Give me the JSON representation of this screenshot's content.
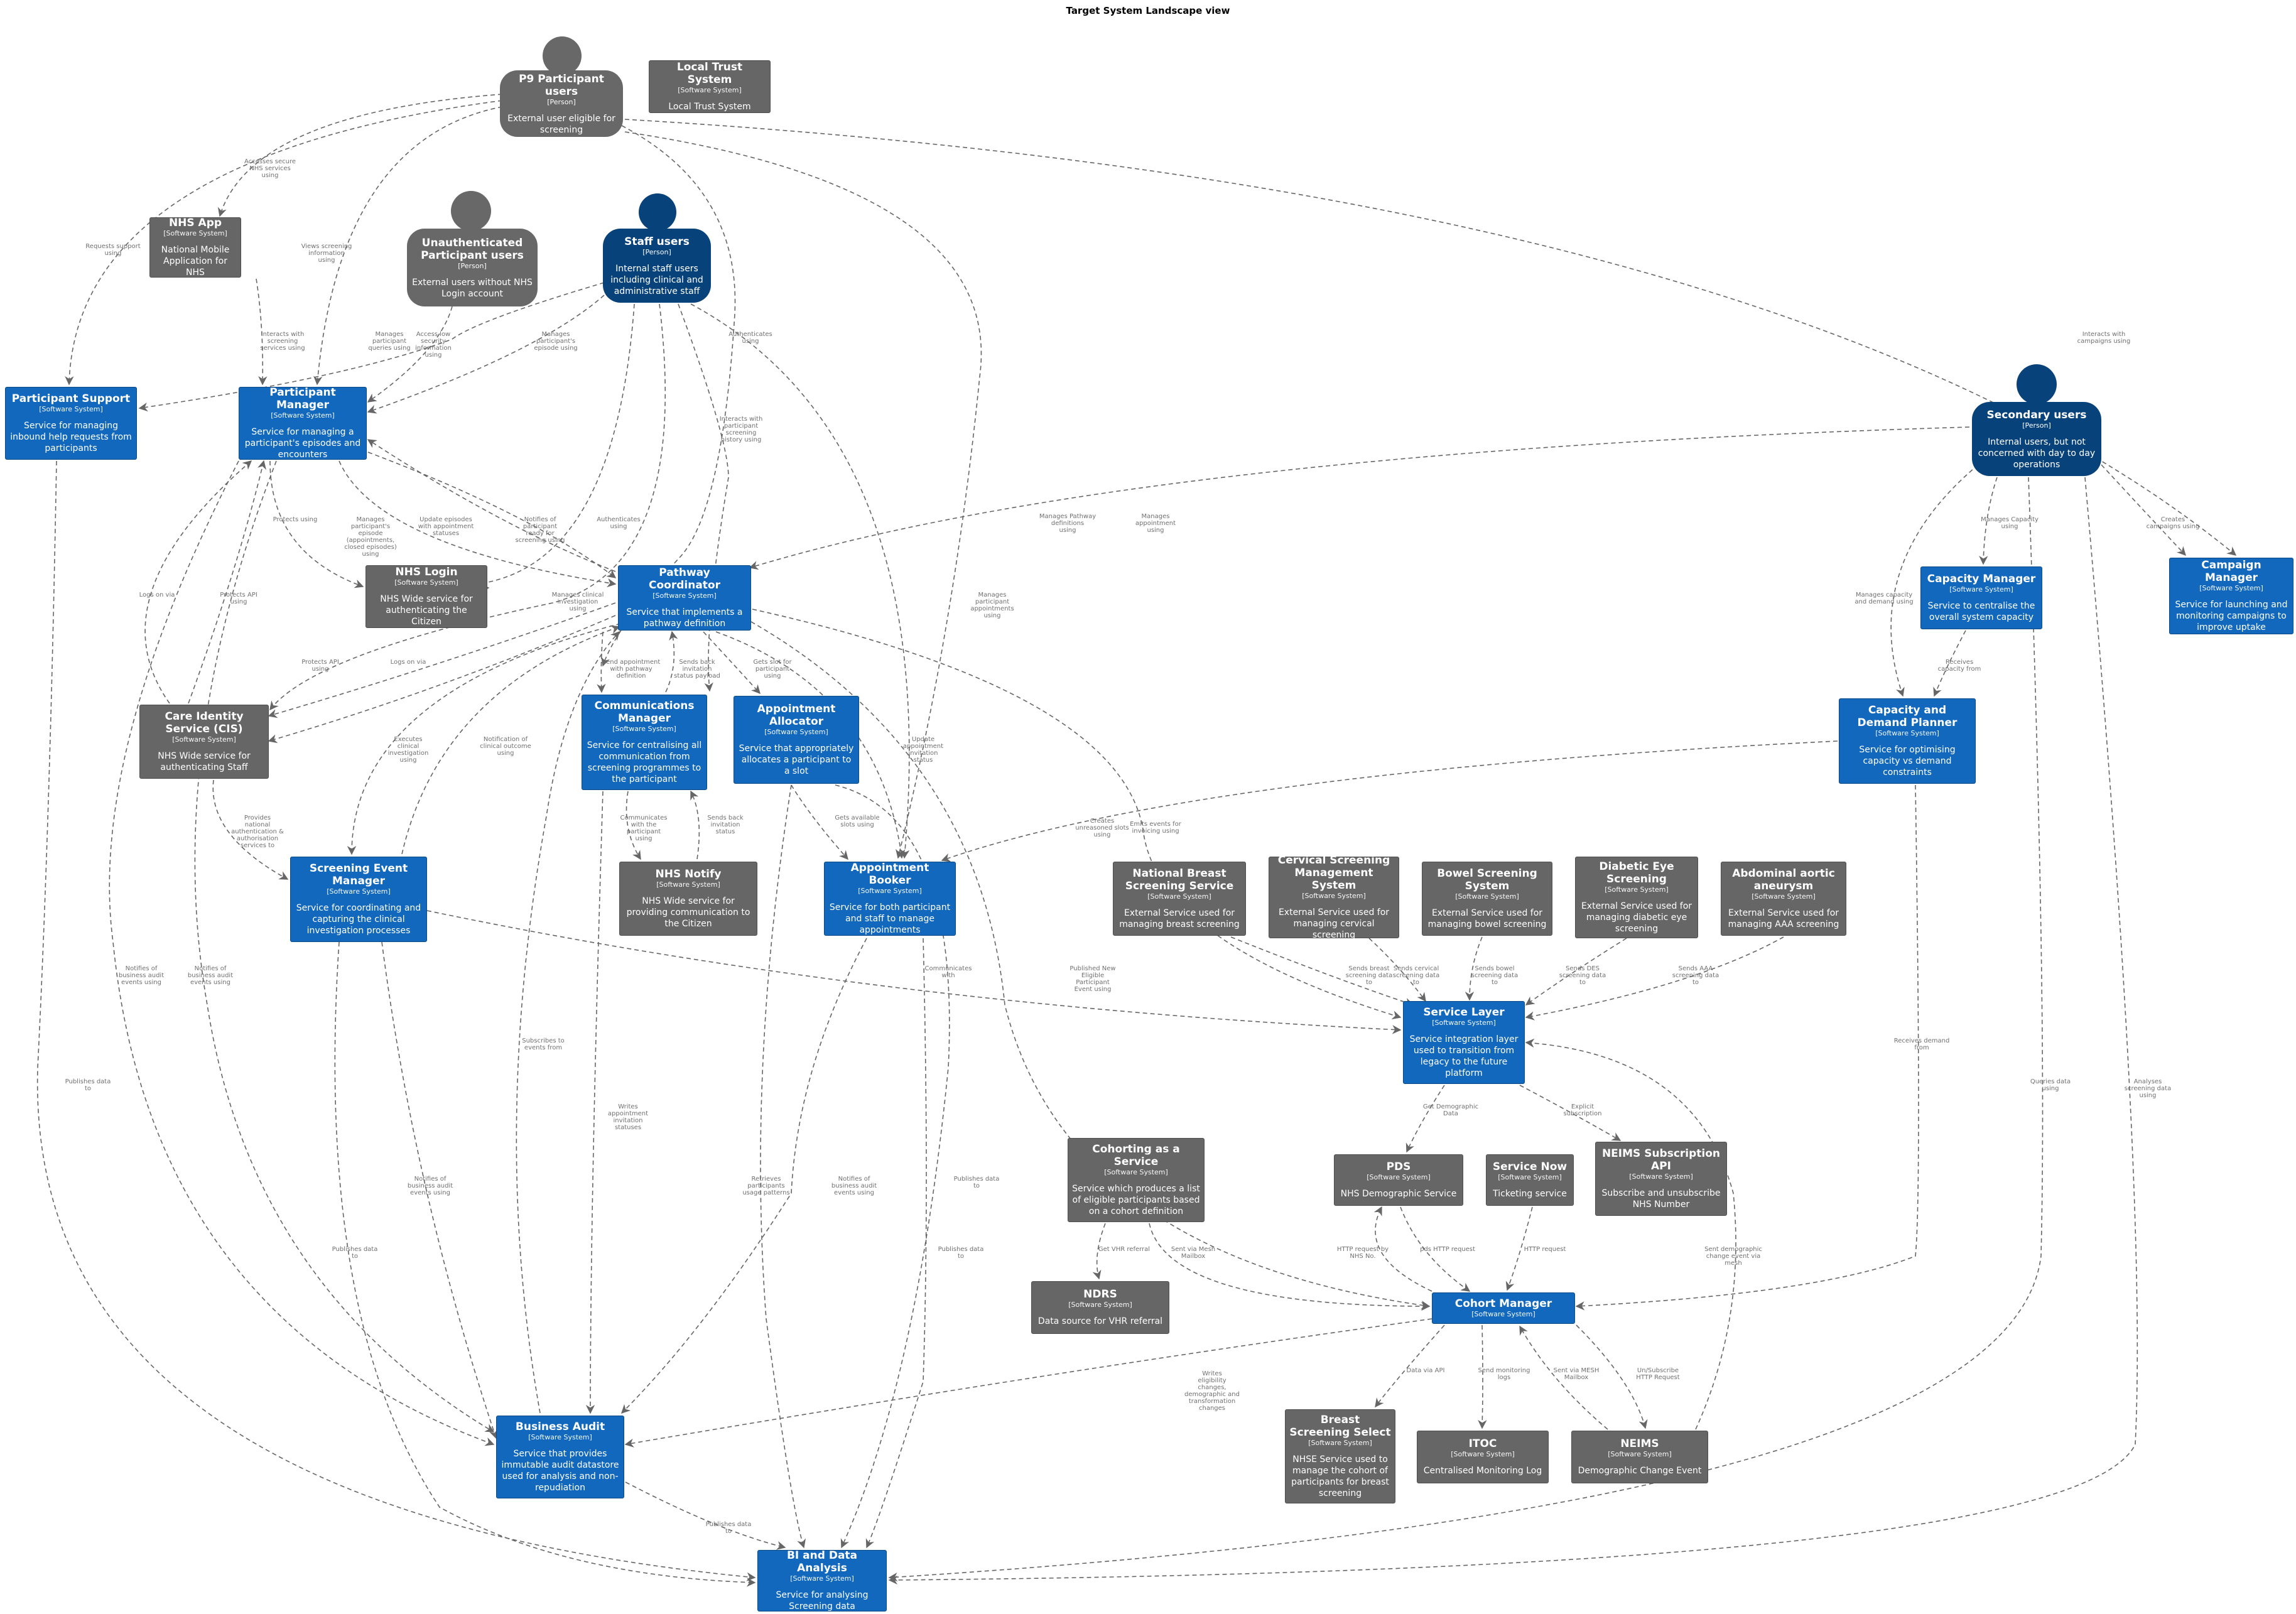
{
  "title": "Target System Landscape view",
  "colors": {
    "internal_system": "#1168bd",
    "external_system": "#666666",
    "internal_person": "#08427b",
    "external_person": "#686868",
    "edge": "#666666"
  },
  "persons": {
    "p9": {
      "name": "P9 Participant users",
      "type": "[Person]",
      "desc": "External user eligible for screening"
    },
    "unauth": {
      "name": "Unauthenticated Participant users",
      "type": "[Person]",
      "desc": "External users without NHS Login account"
    },
    "staff": {
      "name": "Staff users",
      "type": "[Person]",
      "desc": "Internal staff users including clinical and administrative staff"
    },
    "secondary": {
      "name": "Secondary users",
      "type": "[Person]",
      "desc": "Internal users, but not concerned with day to day operations"
    }
  },
  "systems": {
    "local_trust": {
      "name": "Local Trust System",
      "type": "[Software System]",
      "desc": "Local Trust System"
    },
    "nhs_app": {
      "name": "NHS App",
      "type": "[Software System]",
      "desc": "National Mobile Application for NHS"
    },
    "participant_support": {
      "name": "Participant Support",
      "type": "[Software System]",
      "desc": "Service for managing inbound help requests from participants"
    },
    "participant_manager": {
      "name": "Participant Manager",
      "type": "[Software System]",
      "desc": "Service for managing a participant's episodes and encounters"
    },
    "nhs_login": {
      "name": "NHS Login",
      "type": "[Software System]",
      "desc": "NHS Wide service for authenticating the Citizen"
    },
    "pathway_coordinator": {
      "name": "Pathway Coordinator",
      "type": "[Software System]",
      "desc": "Service that implements a pathway definition"
    },
    "cis": {
      "name": "Care Identity Service (CIS)",
      "type": "[Software System]",
      "desc": "NHS Wide service for authenticating Staff"
    },
    "comms_manager": {
      "name": "Communications Manager",
      "type": "[Software System]",
      "desc": "Service for centralising all communication from screening programmes to the participant"
    },
    "appt_allocator": {
      "name": "Appointment Allocator",
      "type": "[Software System]",
      "desc": "Service that appropriately allocates a participant to a slot"
    },
    "screening_event_manager": {
      "name": "Screening Event Manager",
      "type": "[Software System]",
      "desc": "Service for coordinating and capturing the clinical investigation processes"
    },
    "nhs_notify": {
      "name": "NHS Notify",
      "type": "[Software System]",
      "desc": "NHS Wide service for providing communication to the Citizen"
    },
    "appt_booker": {
      "name": "Appointment Booker",
      "type": "[Software System]",
      "desc": "Service for both participant and staff to manage appointments"
    },
    "capacity_manager": {
      "name": "Capacity Manager",
      "type": "[Software System]",
      "desc": "Service to centralise the overall system capacity"
    },
    "campaign_manager": {
      "name": "Campaign Manager",
      "type": "[Software System]",
      "desc": "Service for launching and monitoring campaigns to improve uptake"
    },
    "capacity_demand": {
      "name": "Capacity and Demand Planner",
      "type": "[Software System]",
      "desc": "Service for optimising capacity vs demand constraints"
    },
    "nbss": {
      "name": "National Breast Screening Service",
      "type": "[Software System]",
      "desc": "External Service used for managing breast screening"
    },
    "csms": {
      "name": "Cervical Screening Management System",
      "type": "[Software System]",
      "desc": "External Service used for managing cervical screening"
    },
    "bowel": {
      "name": "Bowel Screening System",
      "type": "[Software System]",
      "desc": "External Service used for managing bowel screening"
    },
    "des": {
      "name": "Diabetic Eye Screening",
      "type": "[Software System]",
      "desc": "External Service used for managing diabetic eye screening"
    },
    "aaa": {
      "name": "Abdominal aortic aneurysm",
      "type": "[Software System]",
      "desc": "External Service used for managing AAA screening"
    },
    "service_layer": {
      "name": "Service Layer",
      "type": "[Software System]",
      "desc": "Service integration layer used to transition from legacy to the future platform"
    },
    "cohorting": {
      "name": "Cohorting as a Service",
      "type": "[Software System]",
      "desc": "Service which produces a list of eligible participants based on a cohort definition"
    },
    "pds": {
      "name": "PDS",
      "type": "[Software System]",
      "desc": "NHS Demographic Service"
    },
    "service_now": {
      "name": "Service Now",
      "type": "[Software System]",
      "desc": "Ticketing service"
    },
    "neims_api": {
      "name": "NEIMS Subscription API",
      "type": "[Software System]",
      "desc": "Subscribe and unsubscribe NHS Number"
    },
    "ndrs": {
      "name": "NDRS",
      "type": "[Software System]",
      "desc": "Data source for VHR referral"
    },
    "cohort_manager": {
      "name": "Cohort Manager",
      "type": "[Software System]",
      "desc": ""
    },
    "business_audit": {
      "name": "Business Audit",
      "type": "[Software System]",
      "desc": "Service that provides immutable audit datastore used for analysis and non-repudiation"
    },
    "bss": {
      "name": "Breast Screening Select",
      "type": "[Software System]",
      "desc": "NHSE Service used to manage the cohort of participants for breast screening"
    },
    "itoc": {
      "name": "ITOC",
      "type": "[Software System]",
      "desc": "Centralised Monitoring Log"
    },
    "neims": {
      "name": "NEIMS",
      "type": "[Software System]",
      "desc": "Demographic Change Event"
    },
    "bi": {
      "name": "BI and Data Analysis",
      "type": "[Software System]",
      "desc": "Service for analysing Screening data"
    }
  },
  "edge_labels": {
    "e1": "Accesses secure NHS services using",
    "e2": "Requests support using",
    "e3": "Views screening information using",
    "e4": "Authenticates using",
    "e5": "Manages appointment using",
    "e6": "Interacts with campaigns using",
    "e7": "Interacts with screening services using",
    "e8": "Access low security information using",
    "e9": "Manages participant queries using",
    "e10": "Manages participant's episode using",
    "e11": "Interacts with participant screening history using",
    "e12": "Authenticates using",
    "e13": "Manages participant appointments using",
    "e14": "Manages clinical investigation using",
    "e15": "Manages Pathway definitions using",
    "e16": "Manages Capacity using",
    "e17": "Creates campaigns using",
    "e18": "Manages capacity and demand using",
    "e19": "Queries data using",
    "e20": "Analyses screening data using",
    "e21": "Protects using",
    "e22": "Manages participant's episode (appointments, closed episodes) using",
    "e23": "Update episodes with appointment statuses",
    "e24": "Notifies of participant ready for screening using",
    "e25": "Logs on via",
    "e26": "Protects API using",
    "e27": "Notifies of business audit events using",
    "e28": "Notifies of business audit events using",
    "e29": "Publishes data to",
    "e30": "Protects API using",
    "e31": "Logs on via",
    "e32": "Provides national authentication & authorisation services to",
    "e33": "Executes clinical investigation using",
    "e34": "Notification of clinical outcome using",
    "e35": "Send appointment with pathway definition",
    "e36": "Sends back invitation status payload",
    "e37": "Gets slot for participant using",
    "e38": "Update appointment invitation status",
    "e39": "Emits events for invoicing using",
    "e40": "Published New Eligible Participant Event using",
    "e41": "Subscribes to events from",
    "e42": "Communicates with the participant using",
    "e43": "Sends back invitation status",
    "e44": "Writes appointment invitation statuses",
    "e45": "Gets available slots using",
    "e46": "Retrieves participants usage patterns",
    "e47": "Notifies of business audit events using",
    "e48": "Publishes data to",
    "e49": "Publishes data to",
    "e50": "Communicates with",
    "e51": "Notifies of business audit events using",
    "e52": "Publishes data to",
    "e53": "Receives capacity from",
    "e54": "Creates unreasoned slots using",
    "e55": "Receives demand from",
    "e56": "Sends breast screening data to",
    "e57": "Sends cervical screening data to",
    "e58": "Sends bowel screening data to",
    "e59": "Sends DES screening data to",
    "e60": "Sends AAA screening data to",
    "e61": "Get Demographic Data",
    "e62": "Explicit subscription",
    "e63": "HTTP request by NHS No.",
    "e64": "pds HTTP request",
    "e65": "HTTP request",
    "e66": "Get VHR referral",
    "e67": "Sent via Mesh Mailbox",
    "e68": "Sent demographic change event via mesh",
    "e69": "Writes eligibility changes, demographic and transformation changes",
    "e70": "Data via API",
    "e71": "Send monitoring logs",
    "e72": "Sent via MESH Mailbox",
    "e73": "Un/Subscribe HTTP Request",
    "e74": "Publishes data to"
  }
}
